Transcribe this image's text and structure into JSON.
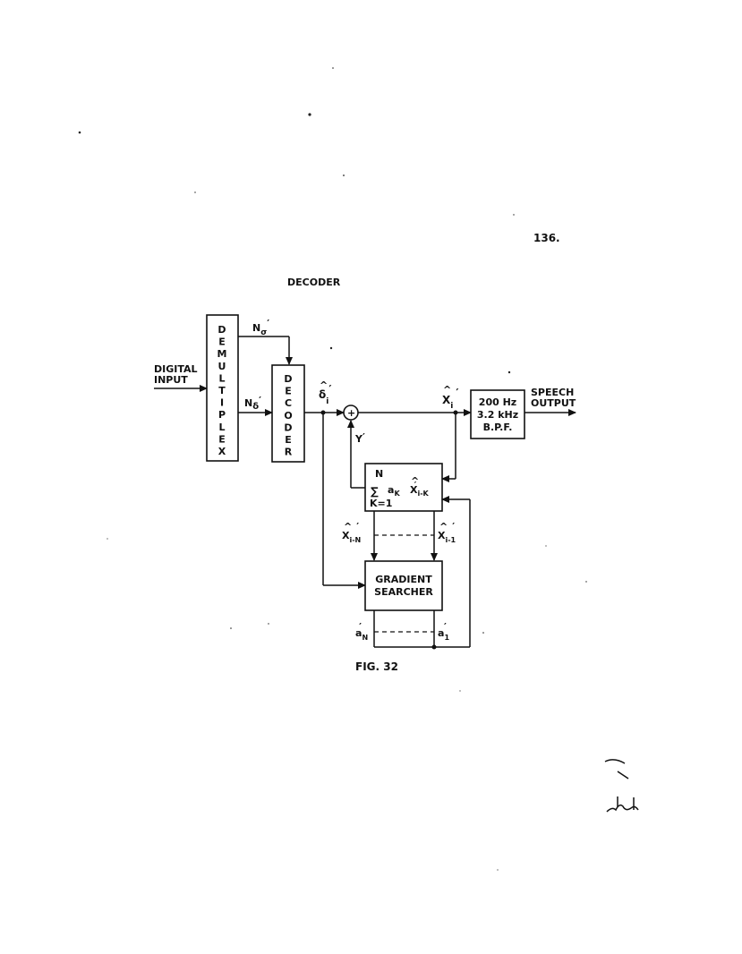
{
  "page_number": "136.",
  "title": "DECODER",
  "figure_label": "FIG. 32",
  "blocks": {
    "demultiplex": {
      "letters": [
        "D",
        "E",
        "M",
        "U",
        "L",
        "T",
        "I",
        "P",
        "L",
        "E",
        "X"
      ]
    },
    "decoder": {
      "letters": [
        "D",
        "E",
        "C",
        "O",
        "D",
        "E",
        "R"
      ]
    },
    "bpf": {
      "line1": "200 Hz",
      "line2": "3.2 kHz",
      "line3": "B.P.F."
    },
    "predictor": {
      "sum_top": "N",
      "sum_bottom": "K=1",
      "term_a": "a",
      "term_a_sub": "K",
      "term_x": "X",
      "term_x_sub": "i-K"
    },
    "gradient_searcher": {
      "line1": "GRADIENT",
      "line2": "SEARCHER"
    }
  },
  "signals": {
    "input": {
      "line1": "DIGITAL",
      "line2": "INPUT"
    },
    "output": {
      "line1": "SPEECH",
      "line2": "OUTPUT"
    },
    "n_sigma": {
      "base": "N",
      "sub": "σ",
      "prime": "′"
    },
    "n_delta": {
      "base": "N",
      "sub": "δ",
      "prime": "′"
    },
    "delta_i": {
      "base": "δ",
      "sub": "i",
      "prime": "′",
      "hat": "^"
    },
    "x_i": {
      "base": "X",
      "sub": "i",
      "prime": "′",
      "hat": "^"
    },
    "y": {
      "base": "Y",
      "prime": "′"
    },
    "x_i_minus_n": {
      "base": "X",
      "sub": "i-N",
      "prime": "′",
      "hat": "^"
    },
    "x_i_minus_1": {
      "base": "X",
      "sub": "i-1",
      "prime": "′",
      "hat": "^"
    },
    "a_n": {
      "base": "a",
      "sub": "N",
      "prime": "′"
    },
    "a_1": {
      "base": "a",
      "sub": "1",
      "prime": "′"
    },
    "adder_symbol": "+"
  }
}
